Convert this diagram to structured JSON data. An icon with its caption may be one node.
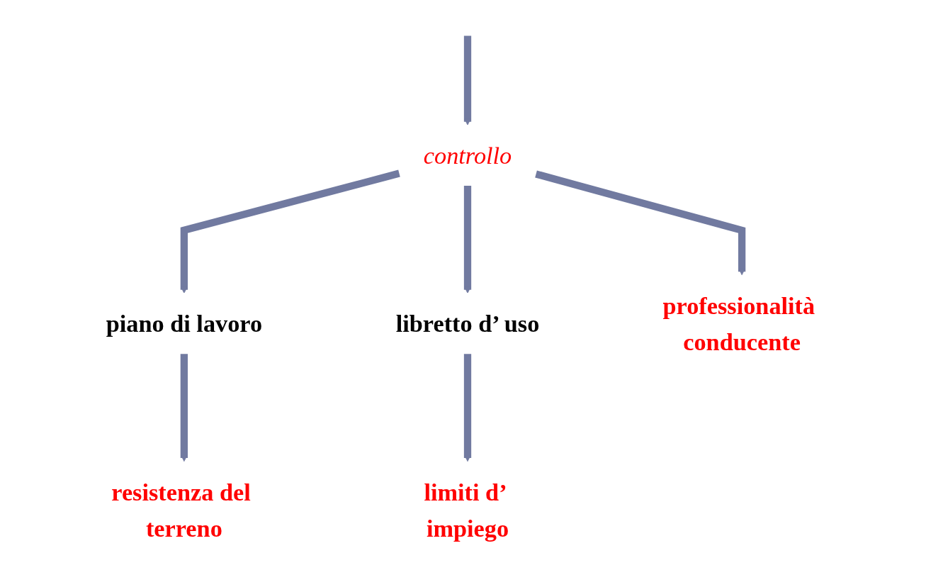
{
  "diagram": {
    "nodes": [
      {
        "text": [
          "controllo"
        ]
      },
      {
        "text": [
          "piano di lavoro"
        ]
      },
      {
        "text": [
          "libretto d’ uso"
        ]
      },
      {
        "text": [
          "resistenza del terreno"
        ]
      },
      {
        "text": [
          "professionalità conducente"
        ]
      },
      {
        "text": [
          "limiti d’ impiego"
        ]
      }
    ],
    "edges": [
      {
        "from": null,
        "to": 0,
        "arrow": "to"
      },
      {
        "from": 0,
        "to": 1,
        "arrow": "to"
      },
      {
        "from": 0,
        "to": 4,
        "arrow": "to"
      },
      {
        "from": 0,
        "to": 2,
        "arrow": "to"
      },
      {
        "from": 1,
        "to": 3,
        "arrow": "to"
      },
      {
        "from": 2,
        "to": 5,
        "arrow": "to"
      }
    ]
  }
}
